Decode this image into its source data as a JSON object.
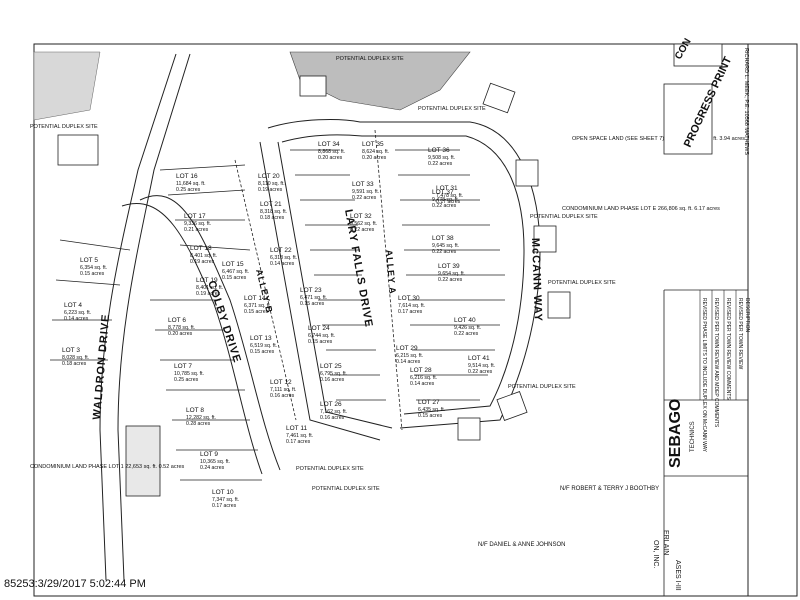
{
  "lots": [
    {
      "name": "LOT 16",
      "area": "11,684 sq. ft.",
      "acres": "0.25 acres"
    },
    {
      "name": "LOT 17",
      "area": "9,336 sq. ft.",
      "acres": "0.21 acres"
    },
    {
      "name": "LOT 18",
      "area": "8,401 sq. ft.",
      "acres": "0.19 acres"
    },
    {
      "name": "LOT 19",
      "area": "8,401 sq. ft.",
      "acres": "0.19 acres"
    },
    {
      "name": "LOT 20",
      "area": "8,110 sq. ft.",
      "acres": "0.19 acres"
    },
    {
      "name": "LOT 21",
      "area": "8,318 sq. ft.",
      "acres": "0.18 acres"
    },
    {
      "name": "LOT 22",
      "area": "6,318 sq. ft.",
      "acres": "0.14 acres"
    },
    {
      "name": "LOT 23",
      "area": "6,471 sq. ft.",
      "acres": "0.15 acres"
    },
    {
      "name": "LOT 24",
      "area": "6,744 sq. ft.",
      "acres": "0.15 acres"
    },
    {
      "name": "LOT 25",
      "area": "6,795 sq. ft.",
      "acres": "0.16 acres"
    },
    {
      "name": "LOT 26",
      "area": "7,162 sq. ft.",
      "acres": "0.16 acres"
    },
    {
      "name": "LOT 27",
      "area": "6,435 sq. ft.",
      "acres": "0.15 acres"
    },
    {
      "name": "LOT 28",
      "area": "6,216 sq. ft.",
      "acres": "0.14 acres"
    },
    {
      "name": "LOT 29",
      "area": "6,215 sq. ft.",
      "acres": "0.14 acres"
    },
    {
      "name": "LOT 30",
      "area": "7,614 sq. ft.",
      "acres": "0.17 acres"
    },
    {
      "name": "LOT 31",
      "area": "7,478 sq. ft.",
      "acres": "0.17 acres"
    },
    {
      "name": "LOT 32",
      "area": "9,562 sq. ft.",
      "acres": "0.22 acres"
    },
    {
      "name": "LOT 33",
      "area": "9,591 sq. ft.",
      "acres": "0.22 acres"
    },
    {
      "name": "LOT 34",
      "area": "8,868 sq. ft.",
      "acres": "0.20 acres"
    },
    {
      "name": "LOT 35",
      "area": "8,624 sq. ft.",
      "acres": "0.20 acres"
    },
    {
      "name": "LOT 36",
      "area": "9,508 sq. ft.",
      "acres": "0.22 acres"
    },
    {
      "name": "LOT 37",
      "area": "9,478 sq. ft.",
      "acres": "0.22 acres"
    },
    {
      "name": "LOT 38",
      "area": "9,645 sq. ft.",
      "acres": "0.22 acres"
    },
    {
      "name": "LOT 39",
      "area": "9,654 sq. ft.",
      "acres": "0.22 acres"
    },
    {
      "name": "LOT 40",
      "area": "9,426 sq. ft.",
      "acres": "0.22 acres"
    },
    {
      "name": "LOT 41",
      "area": "9,514 sq. ft.",
      "acres": "0.22 acres"
    },
    {
      "name": "LOT 3",
      "area": "8,028 sq. ft.",
      "acres": "0.18 acres"
    },
    {
      "name": "LOT 4",
      "area": "6,223 sq. ft.",
      "acres": "0.14 acres"
    },
    {
      "name": "LOT 5",
      "area": "6,354 sq. ft.",
      "acres": "0.15 acres"
    },
    {
      "name": "LOT 6",
      "area": "8,778 sq. ft.",
      "acres": "0.20 acres"
    },
    {
      "name": "LOT 7",
      "area": "10,785 sq. ft.",
      "acres": "0.25 acres"
    },
    {
      "name": "LOT 8",
      "area": "12,282 sq. ft.",
      "acres": "0.28 acres"
    },
    {
      "name": "LOT 9",
      "area": "10,365 sq. ft.",
      "acres": "0.24 acres"
    },
    {
      "name": "LOT 10",
      "area": "7,347 sq. ft.",
      "acres": "0.17 acres"
    },
    {
      "name": "LOT 11",
      "area": "7,461 sq. ft.",
      "acres": "0.17 acres"
    },
    {
      "name": "LOT 12",
      "area": "7,111 sq. ft.",
      "acres": "0.16 acres"
    },
    {
      "name": "LOT 13",
      "area": "6,519 sq. ft.",
      "acres": "0.15 acres"
    },
    {
      "name": "LOT 14",
      "area": "6,371 sq. ft.",
      "acres": "0.15 acres"
    },
    {
      "name": "LOT 15",
      "area": "6,467 sq. ft.",
      "acres": "0.15 acres"
    }
  ],
  "roads": {
    "lary_falls": "LARY FALLS DRIVE",
    "colby": "COLBY DRIVE",
    "waldron": "WALDRON DRIVE",
    "mccann": "McCANN WAY",
    "alley_a": "ALLEY A",
    "alley_b": "ALLEY B"
  },
  "labels": {
    "duplex": "POTENTIAL DUPLEX SITE",
    "open_space": "OPEN SPACE LAND (SEE SHEET 7) LOT B 171,795 sq. ft. 3.94 acres",
    "condo_right": "CONDOMINIUM LAND PHASE LOT E 266,806 sq. ft. 6.17 acres",
    "condo_left": "CONDOMINIUM LAND PHASE LOT 1 22,653 sq. ft. 0.52 acres",
    "abutter1": "N/F ROBERT & TERRY J BOOTHBY",
    "abutter2": "N/F DANIEL & ANNE JOHNSON",
    "progress": "PROGRESS PRINT",
    "con": "CON",
    "firm": "SEBAGO",
    "firm_sub": "TECHNICS",
    "project_frag1": "ASES I-III",
    "project_frag2": "ERLAIN",
    "project_frag3": "ON, INC.",
    "engineer": "RICHARD L. MEEK, P.E. 10568  MATHEWS"
  },
  "revisions": [
    "REVISED PHASE LIMITS TO INCLUDE DUPLEX ON McCANN WAY",
    "REVISED PER TOWN REVIEW AND MDEP COMMENTS",
    "REVISED PER TOWN REVIEW COMMENTS",
    "REVISED PER TOWN REVIEW",
    "DESCRIPTION"
  ],
  "stamp": "85253:3/29/2017 5:02:44 PM"
}
